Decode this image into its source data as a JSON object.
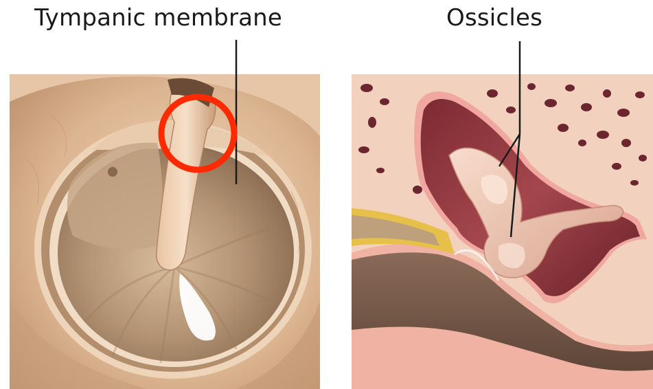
{
  "labels": {
    "left": "Tympanic membrane",
    "right": "Ossicles"
  },
  "colors": {
    "highlight_circle": "#ff2a00",
    "pointer_line": "#1a1a1a",
    "tissue_light": "#f0d3b6",
    "tissue_dark": "#8f6f54",
    "bone": "#f1c9b4",
    "cavity": "#a0424a"
  },
  "icons": {
    "left": "eardrum-illustration",
    "right": "middle-ear-ossicles-illustration",
    "marker": "highlight-circle"
  }
}
